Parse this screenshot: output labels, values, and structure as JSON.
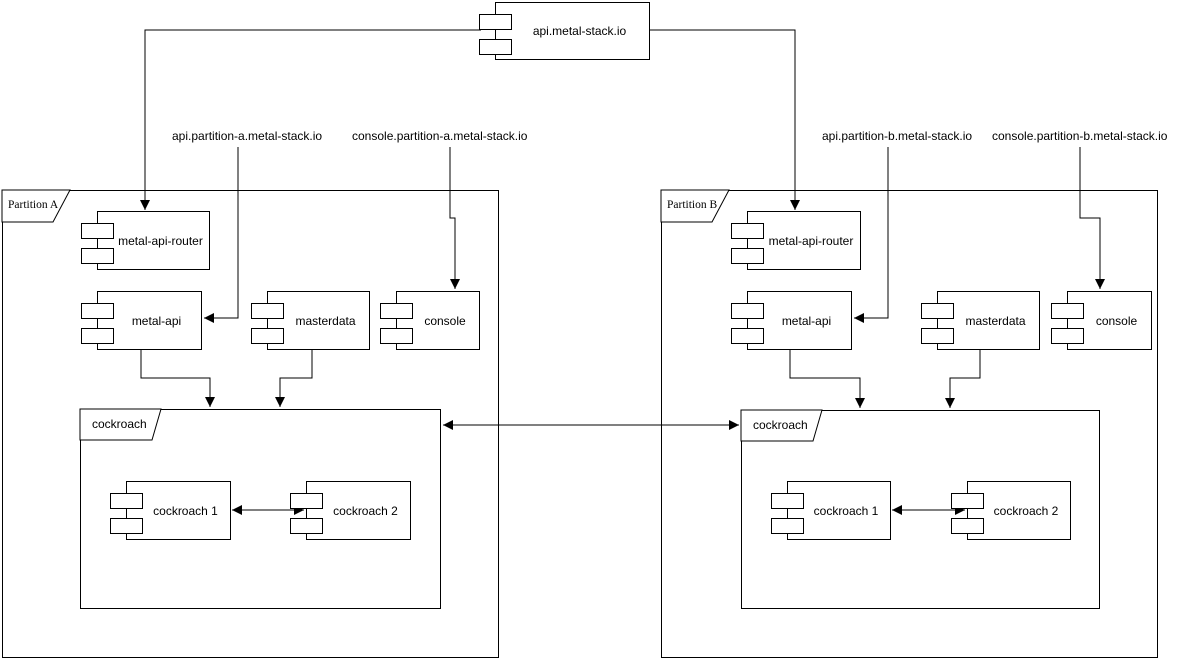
{
  "root_component": {
    "label": "api.metal-stack.io"
  },
  "dns_labels": {
    "api_a": "api.partition-a.metal-stack.io",
    "console_a": "console.partition-a.metal-stack.io",
    "api_b": "api.partition-b.metal-stack.io",
    "console_b": "console.partition-b.metal-stack.io"
  },
  "partitions": [
    {
      "label": "Partition A",
      "components": [
        {
          "label": "metal-api-router"
        },
        {
          "label": "metal-api"
        },
        {
          "label": "masterdata"
        },
        {
          "label": "console"
        }
      ],
      "package": {
        "label": "cockroach",
        "components": [
          {
            "label": "cockroach 1"
          },
          {
            "label": "cockroach 2"
          }
        ]
      }
    },
    {
      "label": "Partition B",
      "components": [
        {
          "label": "metal-api-router"
        },
        {
          "label": "metal-api"
        },
        {
          "label": "masterdata"
        },
        {
          "label": "console"
        }
      ],
      "package": {
        "label": "cockroach",
        "components": [
          {
            "label": "cockroach 1"
          },
          {
            "label": "cockroach 2"
          }
        ]
      }
    }
  ],
  "connections": [
    {
      "from": "api.metal-stack.io",
      "to": "Partition A / metal-api-router",
      "style": "arrow"
    },
    {
      "from": "api.metal-stack.io",
      "to": "Partition B / metal-api-router",
      "style": "arrow"
    },
    {
      "from": "api.partition-a.metal-stack.io",
      "to": "Partition A / metal-api",
      "style": "arrow"
    },
    {
      "from": "console.partition-a.metal-stack.io",
      "to": "Partition A / console",
      "style": "arrow"
    },
    {
      "from": "api.partition-b.metal-stack.io",
      "to": "Partition B / metal-api",
      "style": "arrow"
    },
    {
      "from": "console.partition-b.metal-stack.io",
      "to": "Partition B / console",
      "style": "arrow"
    },
    {
      "from": "Partition A / metal-api",
      "to": "Partition A / cockroach",
      "style": "arrow"
    },
    {
      "from": "Partition A / masterdata",
      "to": "Partition A / cockroach",
      "style": "arrow"
    },
    {
      "from": "Partition B / metal-api",
      "to": "Partition B / cockroach",
      "style": "arrow"
    },
    {
      "from": "Partition B / masterdata",
      "to": "Partition B / cockroach",
      "style": "arrow"
    },
    {
      "from": "Partition A / cockroach 1",
      "to": "Partition A / cockroach 2",
      "style": "bidirectional"
    },
    {
      "from": "Partition B / cockroach 1",
      "to": "Partition B / cockroach 2",
      "style": "bidirectional"
    },
    {
      "from": "Partition A / cockroach",
      "to": "Partition B / cockroach",
      "style": "bidirectional"
    }
  ],
  "colors": {
    "stroke": "#000000",
    "shape_fill": "#ffffff",
    "background": "#ffffff"
  }
}
